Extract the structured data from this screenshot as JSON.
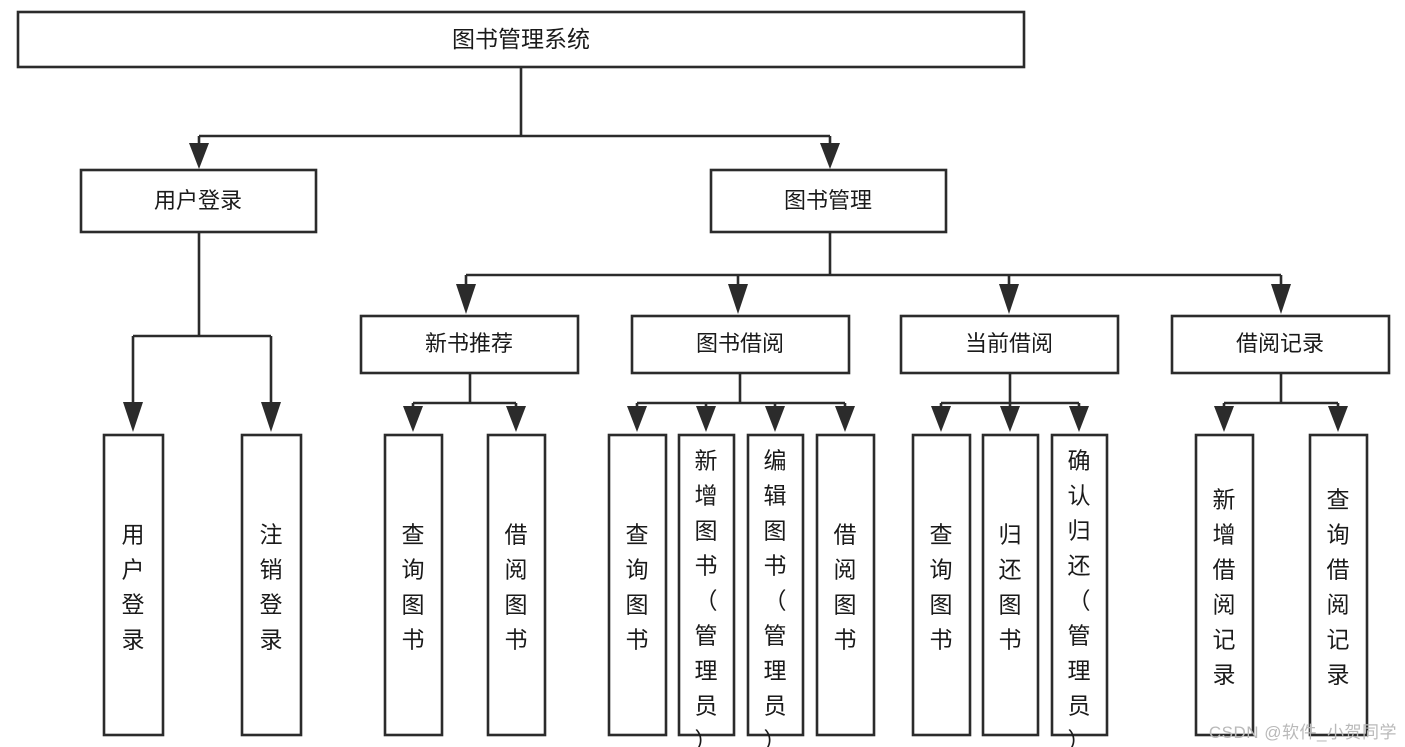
{
  "diagram": {
    "type": "tree",
    "title": "图书管理系统",
    "root": {
      "id": "root",
      "label": "图书管理系统",
      "orientation": "horizontal"
    },
    "level2": [
      {
        "id": "user-login",
        "label": "用户登录",
        "orientation": "horizontal"
      },
      {
        "id": "book-management",
        "label": "图书管理",
        "orientation": "horizontal"
      }
    ],
    "level3": [
      {
        "id": "new-book-recommend",
        "label": "新书推荐",
        "orientation": "horizontal",
        "parent": "book-management"
      },
      {
        "id": "book-borrow",
        "label": "图书借阅",
        "orientation": "horizontal",
        "parent": "book-management"
      },
      {
        "id": "current-borrow",
        "label": "当前借阅",
        "orientation": "horizontal",
        "parent": "book-management"
      },
      {
        "id": "borrow-record",
        "label": "借阅记录",
        "orientation": "horizontal",
        "parent": "book-management"
      }
    ],
    "leaves": [
      {
        "id": "leaf-user-login",
        "label": "用户登录",
        "orientation": "vertical",
        "parent": "user-login"
      },
      {
        "id": "leaf-user-logout",
        "label": "注销登录",
        "orientation": "vertical",
        "parent": "user-login"
      },
      {
        "id": "leaf-query-book-1",
        "label": "查询图书",
        "orientation": "vertical",
        "parent": "new-book-recommend"
      },
      {
        "id": "leaf-borrow-book-1",
        "label": "借阅图书",
        "orientation": "vertical",
        "parent": "new-book-recommend"
      },
      {
        "id": "leaf-query-book-2",
        "label": "查询图书",
        "orientation": "vertical",
        "parent": "book-borrow"
      },
      {
        "id": "leaf-add-book",
        "label": "新增图书（管理员）",
        "orientation": "vertical",
        "parent": "book-borrow"
      },
      {
        "id": "leaf-edit-book",
        "label": "编辑图书（管理员）",
        "orientation": "vertical",
        "parent": "book-borrow"
      },
      {
        "id": "leaf-borrow-book-2",
        "label": "借阅图书",
        "orientation": "vertical",
        "parent": "book-borrow"
      },
      {
        "id": "leaf-query-book-3",
        "label": "查询图书",
        "orientation": "vertical",
        "parent": "current-borrow"
      },
      {
        "id": "leaf-return-book",
        "label": "归还图书",
        "orientation": "vertical",
        "parent": "current-borrow"
      },
      {
        "id": "leaf-confirm-return",
        "label": "确认归还（管理员）",
        "orientation": "vertical",
        "parent": "current-borrow"
      },
      {
        "id": "leaf-add-record",
        "label": "新增借阅记录",
        "orientation": "vertical",
        "parent": "borrow-record"
      },
      {
        "id": "leaf-query-record",
        "label": "查询借阅记录",
        "orientation": "vertical",
        "parent": "borrow-record"
      }
    ],
    "colors": {
      "box_stroke": "#2b2b2b",
      "box_fill": "#ffffff",
      "text": "#1a1a1a",
      "connector": "#2b2b2b",
      "watermark": "#b9b9b9",
      "background": "#ffffff"
    }
  },
  "watermark": {
    "text": "CSDN @软件_小贺同学"
  }
}
